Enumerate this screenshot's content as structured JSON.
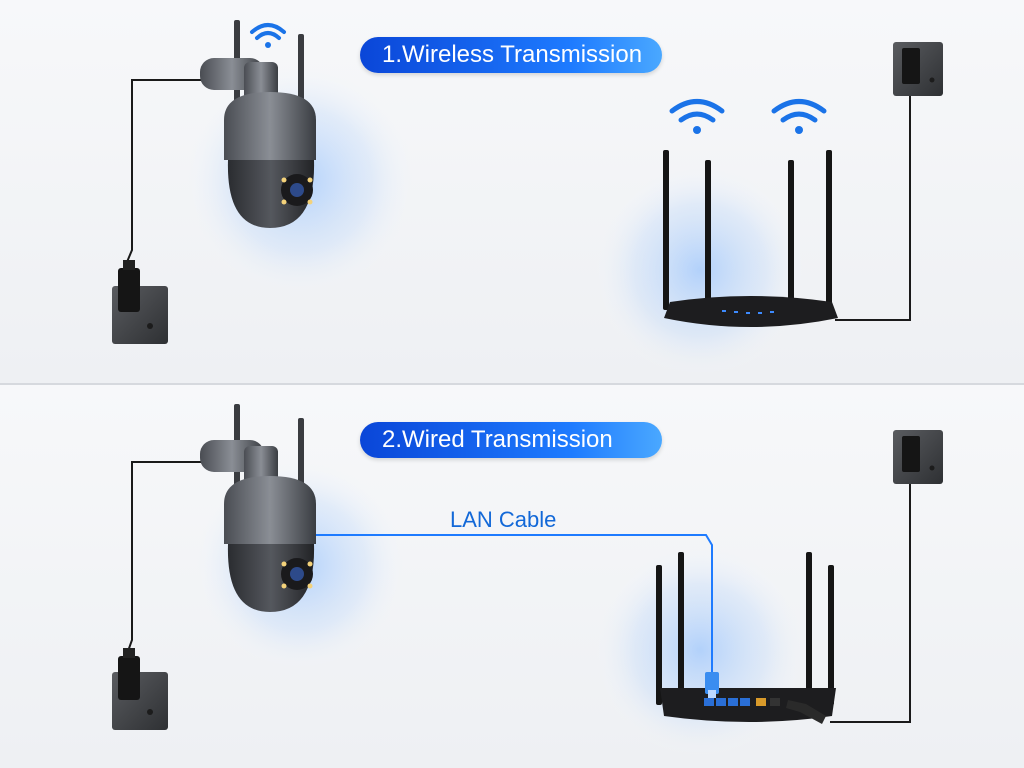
{
  "sections": [
    {
      "title": "1.Wireless Transmission"
    },
    {
      "title": "2.Wired Transmission",
      "cable_label": "LAN Cable"
    }
  ],
  "icons": [
    "wifi-icon",
    "camera-icon",
    "router-icon",
    "power-socket-icon",
    "power-adapter-icon",
    "lan-cable-icon"
  ],
  "colors": {
    "accent": "#1268d8",
    "pill_start": "#0a46d8",
    "pill_end": "#4aa8ff"
  }
}
